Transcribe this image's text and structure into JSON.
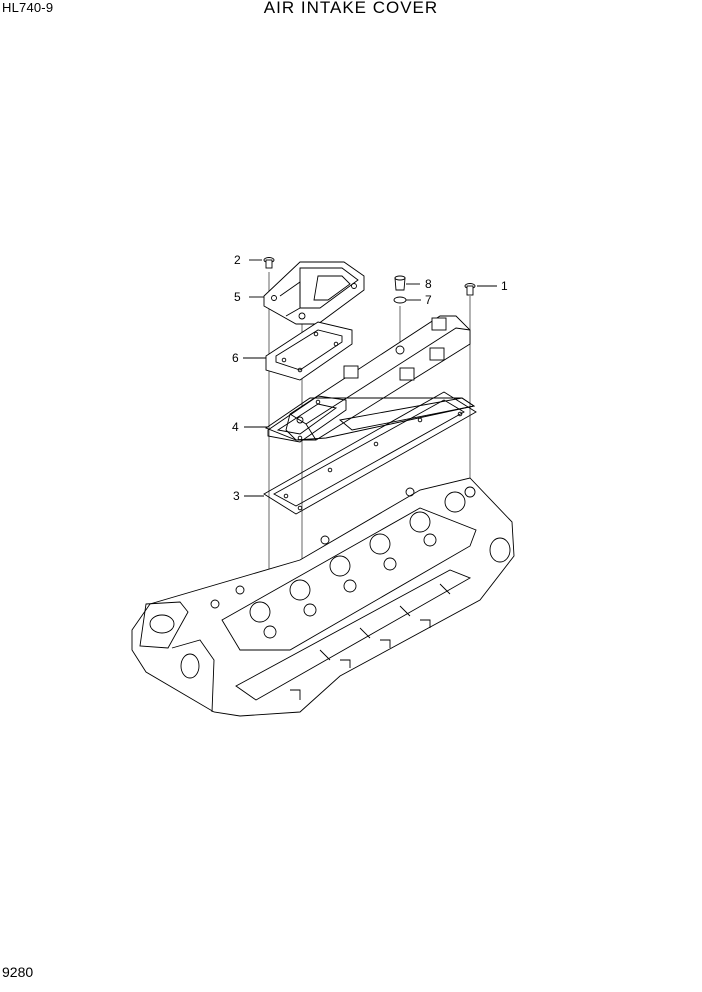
{
  "header": {
    "model": "HL740-9",
    "title": "AIR INTAKE COVER"
  },
  "footer": {
    "page_number": "9280"
  },
  "callouts": {
    "c1": "1",
    "c2": "2",
    "c3": "3",
    "c4": "4",
    "c5": "5",
    "c6": "6",
    "c7": "7",
    "c8": "8"
  }
}
